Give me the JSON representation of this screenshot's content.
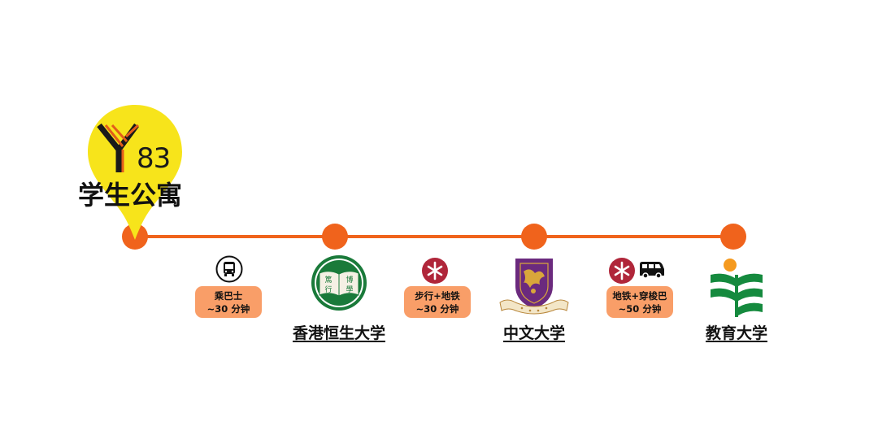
{
  "origin": {
    "brand_number": "83",
    "name": "学生公寓",
    "pin_color": "#f7e41b",
    "brand_stripe_color": "#e35d1a"
  },
  "route": {
    "line_color": "#f0631c",
    "stops": [
      {
        "name": "香港恒生大学",
        "logo": "hsu-logo",
        "logo_characters": [
          "篤",
          "博",
          "行",
          "學"
        ]
      },
      {
        "name": "中文大学",
        "logo": "cuhk-crest"
      },
      {
        "name": "教育大学",
        "logo": "eduhk-logo"
      }
    ],
    "segments": [
      {
        "icons": [
          "bus-icon"
        ],
        "mode": "乘巴士",
        "duration": "~30 分钟"
      },
      {
        "icons": [
          "mtr-icon"
        ],
        "mode": "步行+地铁",
        "duration": "~30 分钟"
      },
      {
        "icons": [
          "mtr-icon",
          "van-icon"
        ],
        "mode": "地铁+穿梭巴",
        "duration": "~50 分钟"
      }
    ]
  },
  "colors": {
    "badge": "#f99e68",
    "mtr": "#b0263a",
    "hsu_green": "#1a7a3a",
    "cuhk_purple": "#6b2a7e",
    "eduhk_green": "#158a3e",
    "eduhk_orange": "#f59a1f"
  }
}
